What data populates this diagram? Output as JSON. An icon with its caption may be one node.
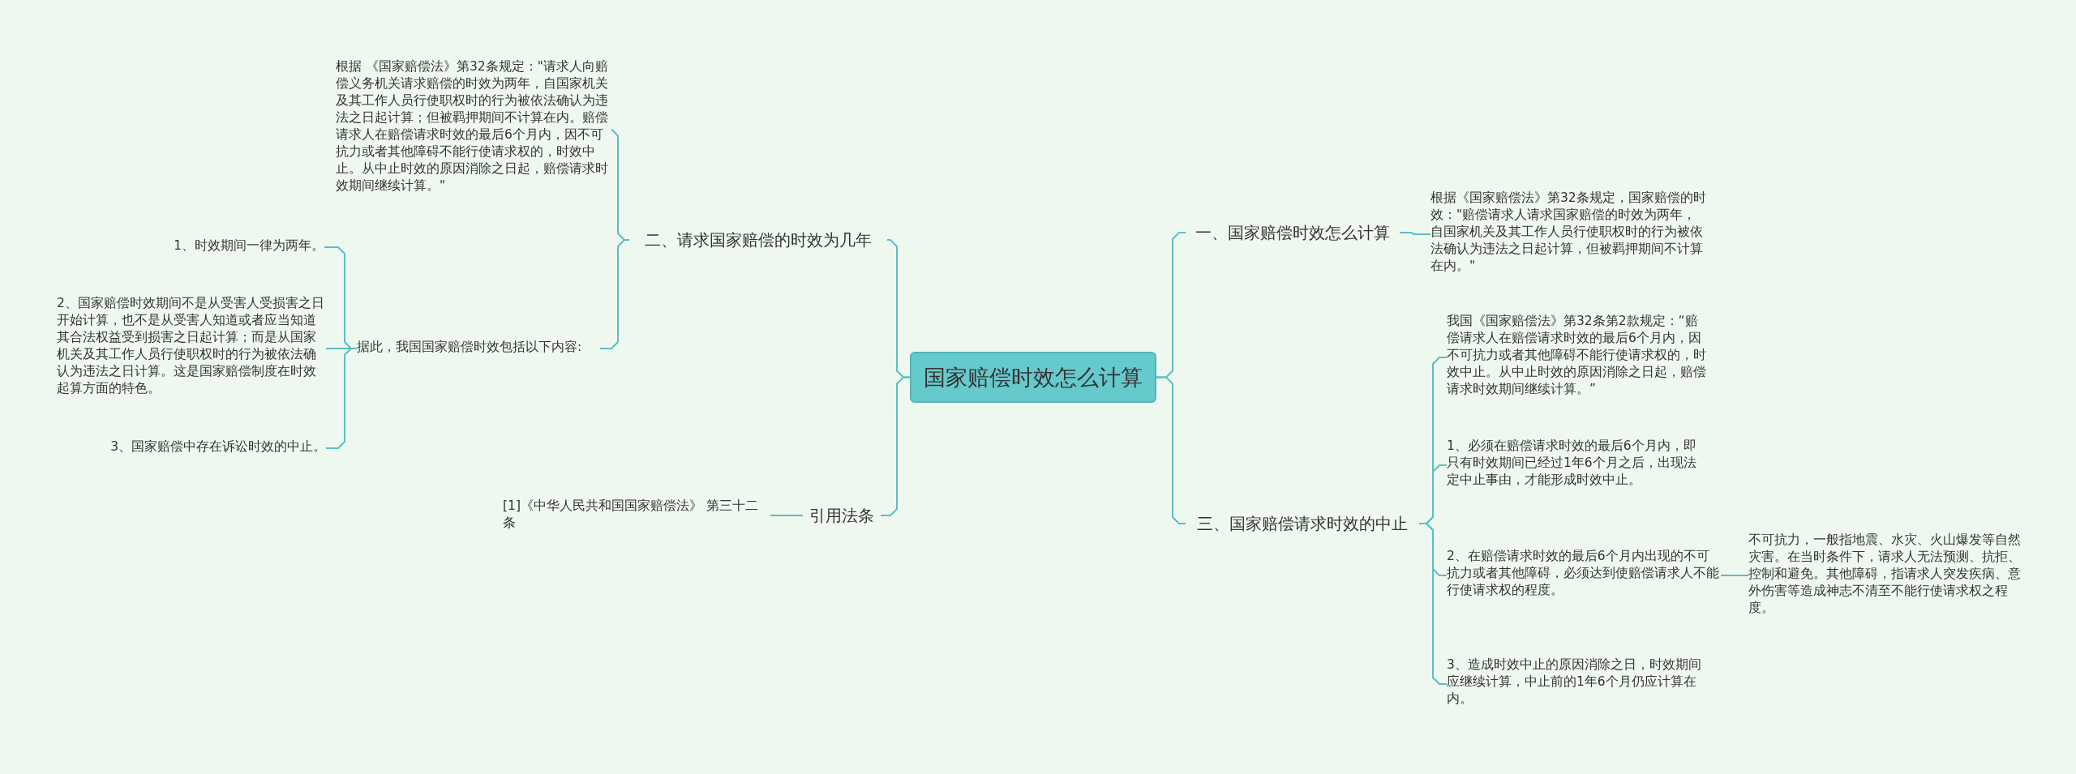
{
  "diagram": {
    "nodes": [
      {
        "text": [
          "国家赔偿时效怎么计算"
        ]
      },
      {
        "text": [
          "二、请求国家赔偿的时效为几年"
        ]
      },
      {
        "text": [
          "根据 《国家赔偿法》第32条规定：\"请求人向赔偿义务机关请求赔偿的时效为两年，自国家机关及其工作人员行使职权时的行为被依法确认为违法之日起计算；但被羁押期间不计算在内。赔偿请求人在赔偿请求时效的最后6个月内，因不可抗力或者其他障碍不能行使请求权的，时效中止。从中止时效的原因消除之日起，赔偿请求时效期间继续计算。\""
        ]
      },
      {
        "text": [
          "据此，我国国家赔偿时效包括以下内容:"
        ]
      },
      {
        "text": [
          "1、时效期间一律为两年。"
        ]
      },
      {
        "text": [
          "2、国家赔偿时效期间不是从受害人受损害之日开始计算，也不是从受害人知道或者应当知道其合法权益受到损害之日起计算；而是从国家机关及其工作人员行使职权时的行为被依法确认为违法之日计算。这是国家赔偿制度在时效起算方面的特色。"
        ]
      },
      {
        "text": [
          "3、国家赔偿中存在诉讼时效的中止。"
        ]
      },
      {
        "text": [
          "引用法条"
        ]
      },
      {
        "text": [
          "[1]《中华人民共和国国家赔偿法》 第三十二条"
        ]
      },
      {
        "text": [
          "一、国家赔偿时效怎么计算"
        ]
      },
      {
        "text": [
          "根据《国家赔偿法》第32条规定，国家赔偿的时效：\"赔偿请求人请求国家赔偿的时效为两年，自国家机关及其工作人员行使职权时的行为被依法确认为违法之日起计算，但被羁押期间不计算在内。\""
        ]
      },
      {
        "text": [
          "三、国家赔偿请求时效的中止"
        ]
      },
      {
        "text": [
          "我国《国家赔偿法》第32条第2款规定：“赔偿请求人在赔偿请求时效的最后6个月内，因不可抗力或者其他障碍不能行使请求权的，时效中止。从中止时效的原因消除之日起，赔偿请求时效期间继续计算。”"
        ]
      },
      {
        "text": [
          "1、必须在赔偿请求时效的最后6个月内，即只有时效期间已经过1年6个月之后，出现法定中止事由，才能形成时效中止。"
        ]
      },
      {
        "text": [
          "2、在赔偿请求时效的最后6个月内出现的不可抗力或者其他障碍，必须达到使赔偿请求人不能行使请求权的程度。"
        ]
      },
      {
        "text": [
          "不可抗力，一般指地震、水灾、火山爆发等自然灾害。在当时条件下，请求人无法预测、抗拒、控制和避免。其他障碍，指请求人突发疾病、意外伤害等造成神志不清至不能行使请求权之程度。"
        ]
      },
      {
        "text": [
          "3、造成时效中止的原因消除之日，时效期间应继续计算，中止前的1年6个月仍应计算在内。"
        ]
      }
    ],
    "edges": [
      {
        "from": 0,
        "to": 1,
        "arrow": "none"
      },
      {
        "from": 1,
        "to": 2,
        "arrow": "none"
      },
      {
        "from": 1,
        "to": 3,
        "arrow": "none"
      },
      {
        "from": 3,
        "to": 4,
        "arrow": "none"
      },
      {
        "from": 3,
        "to": 5,
        "arrow": "none"
      },
      {
        "from": 3,
        "to": 6,
        "arrow": "none"
      },
      {
        "from": 0,
        "to": 7,
        "arrow": "none"
      },
      {
        "from": 7,
        "to": 8,
        "arrow": "none"
      },
      {
        "from": 0,
        "to": 9,
        "arrow": "none"
      },
      {
        "from": 9,
        "to": 10,
        "arrow": "none"
      },
      {
        "from": 0,
        "to": 11,
        "arrow": "none"
      },
      {
        "from": 11,
        "to": 12,
        "arrow": "none"
      },
      {
        "from": 11,
        "to": 13,
        "arrow": "none"
      },
      {
        "from": 11,
        "to": 14,
        "arrow": "none"
      },
      {
        "from": 14,
        "to": 15,
        "arrow": "none"
      },
      {
        "from": 11,
        "to": 16,
        "arrow": "none"
      }
    ]
  }
}
